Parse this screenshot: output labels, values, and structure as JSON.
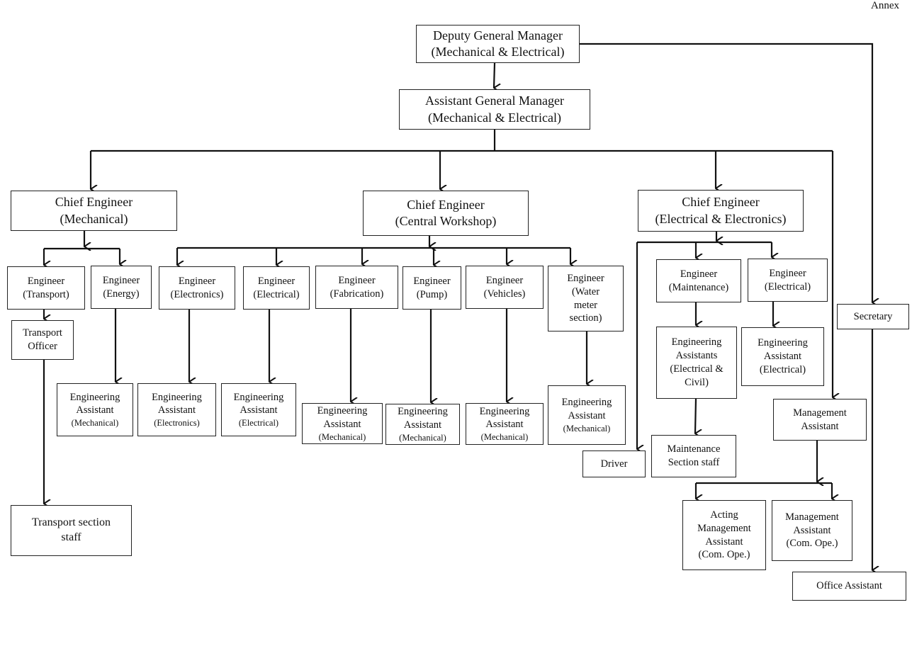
{
  "header": {
    "annex_label": "Annex"
  },
  "nodes": {
    "dgm": [
      "Deputy General Manager",
      "(Mechanical & Electrical)"
    ],
    "agm": [
      "Assistant General Manager",
      "(Mechanical & Electrical)"
    ],
    "ce_mech": [
      "Chief Engineer",
      "(Mechanical)"
    ],
    "ce_cw": [
      "Chief Engineer",
      "(Central Workshop)"
    ],
    "ce_ee": [
      "Chief Engineer",
      "(Electrical & Electronics)"
    ],
    "eng_transport": [
      "Engineer",
      "(Transport)"
    ],
    "eng_energy": [
      "Engineer",
      "(Energy)"
    ],
    "eng_electronics": [
      "Engineer",
      "(Electronics)"
    ],
    "eng_electrical": [
      "Engineer",
      "(Electrical)"
    ],
    "eng_fabrication": [
      "Engineer",
      "(Fabrication)"
    ],
    "eng_pump": [
      "Engineer",
      "(Pump)"
    ],
    "eng_vehicles": [
      "Engineer",
      "(Vehicles)"
    ],
    "eng_water": [
      "Engineer",
      "(Water",
      "meter",
      "section)"
    ],
    "eng_maintenance": [
      "Engineer",
      "(Maintenance)"
    ],
    "eng_electrical_ee": [
      "Engineer",
      "(Electrical)"
    ],
    "transport_officer": [
      "Transport",
      "Officer"
    ],
    "transport_staff": [
      "Transport section",
      "staff"
    ],
    "ea_energy": [
      "Engineering",
      "Assistant",
      "(Mechanical)"
    ],
    "ea_electronics": [
      "Engineering",
      "Assistant",
      "(Electronics)"
    ],
    "ea_electrical": [
      "Engineering",
      "Assistant",
      "(Electrical)"
    ],
    "ea_fabrication": [
      "Engineering",
      "Assistant",
      "(Mechanical)"
    ],
    "ea_pump": [
      "Engineering",
      "Assistant",
      "(Mechanical)"
    ],
    "ea_vehicles": [
      "Engineering",
      "Assistant",
      "(Mechanical)"
    ],
    "ea_water": [
      "Engineering",
      "Assistant",
      "(Mechanical)"
    ],
    "ea_maintenance": [
      "Engineering",
      "Assistants",
      "(Electrical &",
      "Civil)"
    ],
    "ea_electrical_ee": [
      "Engineering",
      "Assistant",
      "(Electrical)"
    ],
    "driver": [
      "Driver"
    ],
    "maintenance_staff": [
      "Maintenance",
      "Section staff"
    ],
    "secretary": [
      "Secretary"
    ],
    "mgmt_assistant": [
      "Management",
      "Assistant"
    ],
    "acting_ma": [
      "Acting",
      "Management",
      "Assistant",
      "(Com. Ope.)"
    ],
    "ma_com": [
      "Management",
      "Assistant",
      "(Com. Ope.)"
    ],
    "office_assistant": [
      "Office Assistant"
    ]
  }
}
